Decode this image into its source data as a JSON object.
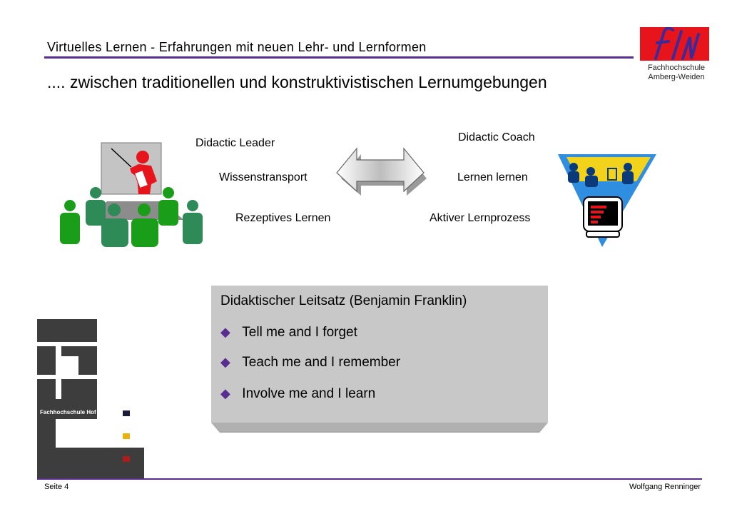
{
  "header": {
    "title": "Virtuelles Lernen - Erfahrungen mit neuen Lehr- und Lernformen",
    "subtitle": ".... zwischen traditionellen und konstruktivistischen Lernumgebungen"
  },
  "logo": {
    "name_line1": "Fachhochschule",
    "name_line2": "Amberg-Weiden"
  },
  "comparison": {
    "left": {
      "role": "Didactic Leader",
      "method": "Wissenstransport",
      "learning": "Rezeptives Lernen"
    },
    "right": {
      "role": "Didactic Coach",
      "method": "Lernen lernen",
      "learning": "Aktiver Lernprozess"
    }
  },
  "quote": {
    "title": "Didaktischer Leitsatz (Benjamin Franklin)",
    "items": [
      "Tell me and I forget",
      "Teach me and I remember",
      "Involve me and I learn"
    ]
  },
  "fh_logo": {
    "caption": "Fachhochschule Hof"
  },
  "footer": {
    "page": "Seite 4",
    "author": "Wolfgang Renninger"
  },
  "colors": {
    "accent": "#5a2d91",
    "brand_red": "#e8141c",
    "quote_box": "#c8c8c8"
  }
}
